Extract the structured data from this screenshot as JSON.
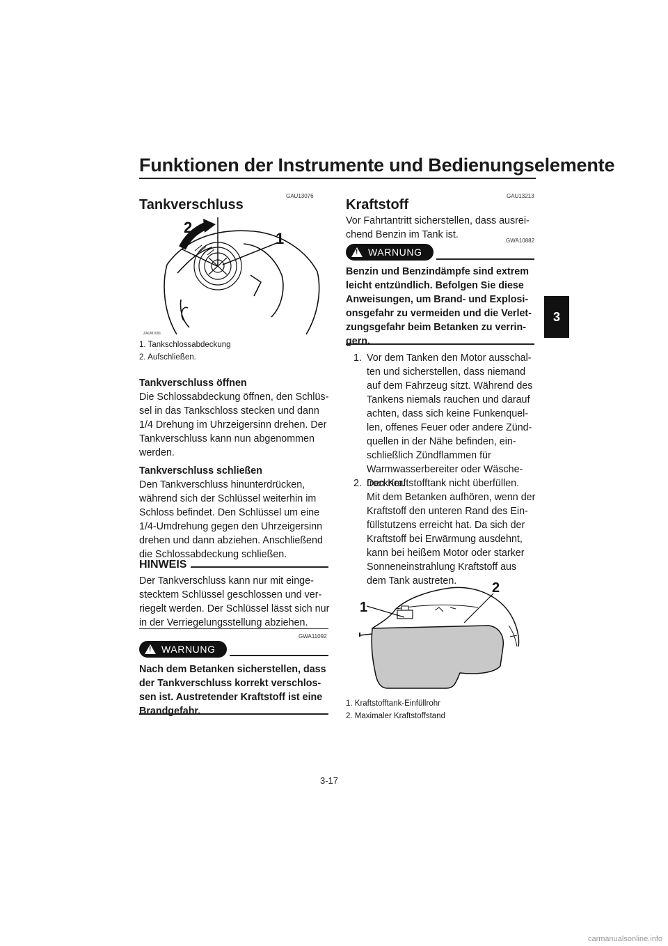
{
  "header": {
    "title": "Funktionen der Instrumente und Bedienungselemente"
  },
  "side_tab": "3",
  "page_number": "3-17",
  "footer": "carmanualsonline.info",
  "left": {
    "code1": "GAU13076",
    "heading": "Tankverschluss",
    "fig1": {
      "label1": "1",
      "label2": "2",
      "id": "ZAUM1091"
    },
    "captions": [
      "1.  Tankschlossabdeckung",
      "2.  Aufschließen."
    ],
    "open_title": "Tankverschluss öffnen",
    "open_lines": [
      "Die Schlossabdeckung öffnen, den Schlüs-",
      "sel in das Tankschloss stecken und dann",
      "1/4 Drehung im Uhrzeigersinn drehen. Der",
      "Tankverschluss kann nun abgenommen",
      "werden."
    ],
    "close_title": "Tankverschluss schließen",
    "close_lines": [
      "Den Tankverschluss hinunterdrücken,",
      "während sich der Schlüssel weiterhin im",
      "Schloss befindet. Den Schlüssel um eine",
      "1/4-Umdrehung gegen den Uhrzeigersinn",
      "drehen und dann abziehen. Anschließend",
      "die Schlossabdeckung schließen."
    ],
    "hinweis_label": "HINWEIS",
    "hinweis_lines": [
      "Der Tankverschluss kann nur mit einge-",
      "stecktem Schlüssel geschlossen und ver-",
      "riegelt werden. Der Schlüssel lässt sich nur",
      "in der Verriegelungsstellung abziehen."
    ],
    "code2": "GWA11092",
    "warning_label": "WARNUNG",
    "warning_lines": [
      "Nach dem Betanken sicherstellen, dass",
      "der Tankverschluss korrekt verschlos-",
      "sen ist. Austretender Kraftstoff ist eine",
      "Brandgefahr."
    ]
  },
  "right": {
    "code1": "GAU13213",
    "heading": "Kraftstoff",
    "intro_lines": [
      "Vor Fahrtantritt sicherstellen, dass ausrei-",
      "chend Benzin im Tank ist."
    ],
    "code2": "GWA10882",
    "warning_label": "WARNUNG",
    "warning_lines": [
      "Benzin und Benzindämpfe sind extrem",
      "leicht entzündlich. Befolgen Sie diese",
      "Anweisungen, um Brand- und Explosi-",
      "onsgefahr zu vermeiden und die Verlet-",
      "zungsgefahr beim Betanken zu verrin-",
      "gern."
    ],
    "item1_num": "1.",
    "item1_lines": [
      "Vor dem Tanken den Motor ausschal-",
      "ten und sicherstellen, dass niemand",
      "auf dem Fahrzeug sitzt. Während des",
      "Tankens niemals rauchen und darauf",
      "achten, dass sich keine Funkenquel-",
      "len, offenes Feuer oder andere Zünd-",
      "quellen in der Nähe befinden, ein-",
      "schließlich Zündflammen für",
      "Warmwasserbereiter oder Wäsche-",
      "trockner."
    ],
    "item2_num": "2.",
    "item2_lines": [
      "Den Kraftstofftank nicht überfüllen.",
      "Mit dem Betanken aufhören, wenn der",
      "Kraftstoff den unteren Rand des Ein-",
      "füllstutzens erreicht hat. Da sich der",
      "Kraftstoff bei Erwärmung ausdehnt,",
      "kann bei heißem Motor oder starker",
      "Sonneneinstrahlung Kraftstoff aus",
      "dem Tank austreten."
    ],
    "fig2": {
      "label1": "1",
      "label2": "2"
    },
    "captions": [
      "1.  Kraftstofftank-Einfüllrohr",
      "2.  Maximaler Kraftstoffstand"
    ]
  }
}
